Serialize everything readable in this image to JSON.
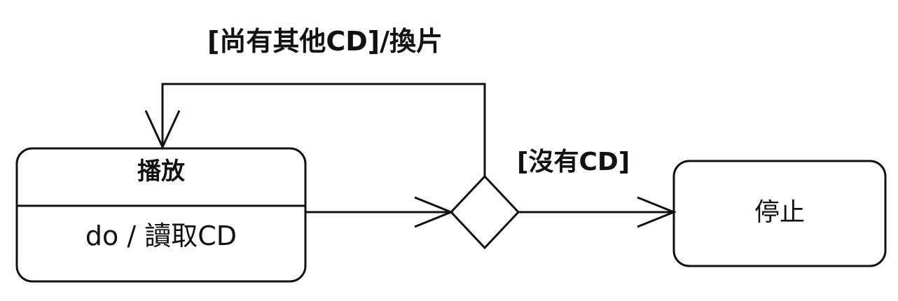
{
  "diagram": {
    "type": "uml-state-diagram",
    "states": {
      "play": {
        "name": "播放",
        "activity": "do / 讀取CD"
      },
      "stop": {
        "name": "停止"
      }
    },
    "decision": {
      "shape": "diamond"
    },
    "transitions": {
      "loop_guard": "[尚有其他CD]/換片",
      "exit_guard": "[沒有CD]"
    },
    "colors": {
      "stroke": "#111111",
      "fill": "#ffffff"
    }
  }
}
